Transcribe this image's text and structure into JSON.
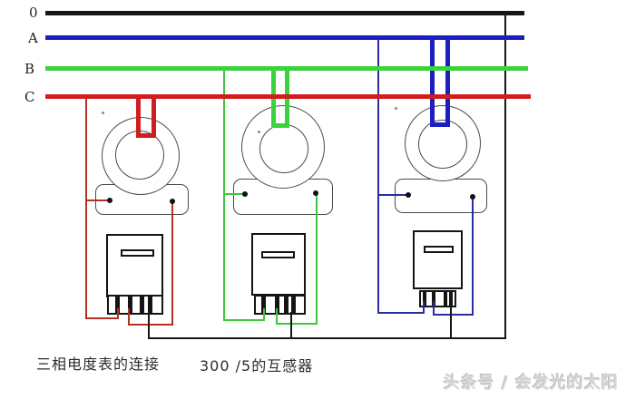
{
  "buses": [
    {
      "label": "0",
      "name": "neutral-bus",
      "color_key": "neutral_black"
    },
    {
      "label": "A",
      "name": "phase-a-bus",
      "color_key": "phase_a_blue"
    },
    {
      "label": "B",
      "name": "phase-b-bus",
      "color_key": "phase_b_green"
    },
    {
      "label": "C",
      "name": "phase-c-bus",
      "color_key": "phase_c_red"
    }
  ],
  "colors": {
    "neutral_black": "#161616",
    "phase_a_blue": "#1d1dc0",
    "phase_b_green": "#3cd23c",
    "phase_c_red": "#d01d1d",
    "wire_blue": "#2c2ca2",
    "wire_green": "#3fc53f",
    "wire_red": "#b23222"
  },
  "captions": {
    "left": "三相电度表的连接",
    "center": "300 /5的互感器"
  },
  "watermark": "头条号 / 会发光的太阳"
}
